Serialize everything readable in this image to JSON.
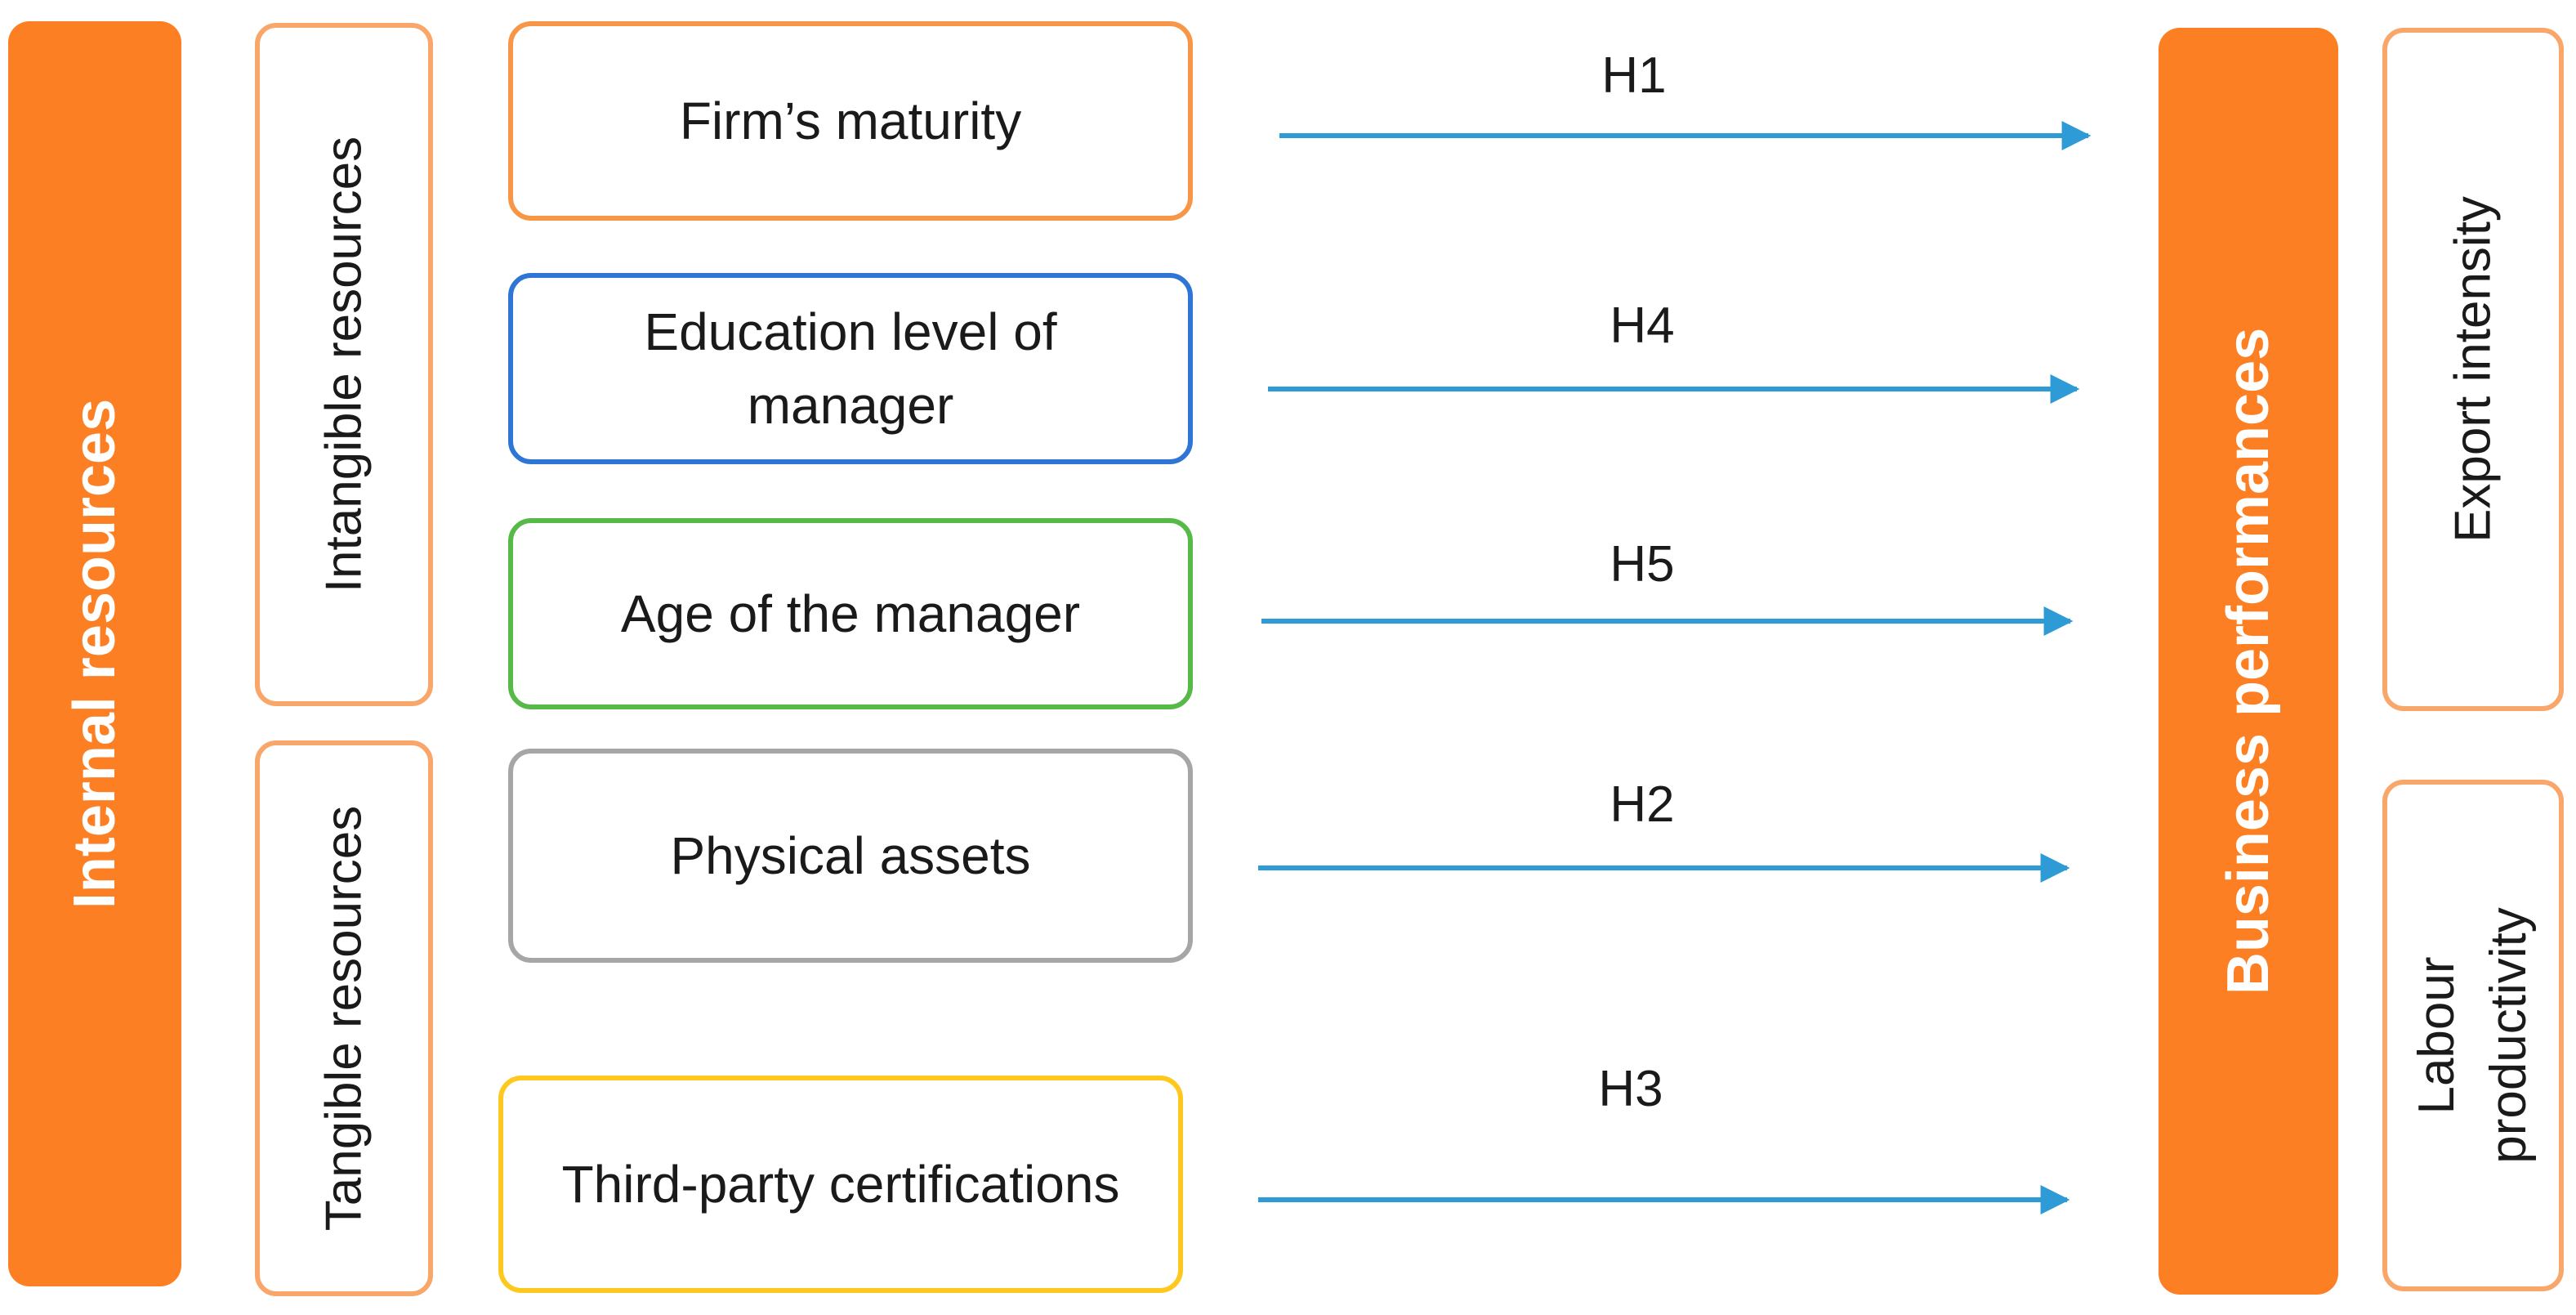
{
  "left_bar": {
    "label": "Internal resources"
  },
  "groups": [
    {
      "id": "intangible",
      "label": "Intangible resources"
    },
    {
      "id": "tangible",
      "label": "Tangible resources"
    }
  ],
  "constructs": [
    {
      "id": "firms-maturity",
      "label": "Firm’s maturity",
      "border_color": "#f79646",
      "hypothesis": "H1"
    },
    {
      "id": "education-level",
      "label": "Education level of manager",
      "border_color": "#2e75d6",
      "hypothesis": "H4"
    },
    {
      "id": "age-of-manager",
      "label": "Age of the manager",
      "border_color": "#57b948",
      "hypothesis": "H5"
    },
    {
      "id": "physical-assets",
      "label": "Physical assets",
      "border_color": "#a6a6a6",
      "hypothesis": "H2"
    },
    {
      "id": "third-party-certifications",
      "label": "Third-party certifications",
      "border_color": "#ffc81e",
      "hypothesis": "H3"
    }
  ],
  "right_bar": {
    "label": "Business performances"
  },
  "outcomes": [
    {
      "id": "export-intensity",
      "label": "Export intensity"
    },
    {
      "id": "labour-productivity",
      "label_line1": "Labour",
      "label_line2": "productivity"
    }
  ],
  "colors": {
    "accent_orange": "#fd7f23",
    "outline_orange": "#f9a66a",
    "arrow_blue": "#2e9bd6"
  }
}
